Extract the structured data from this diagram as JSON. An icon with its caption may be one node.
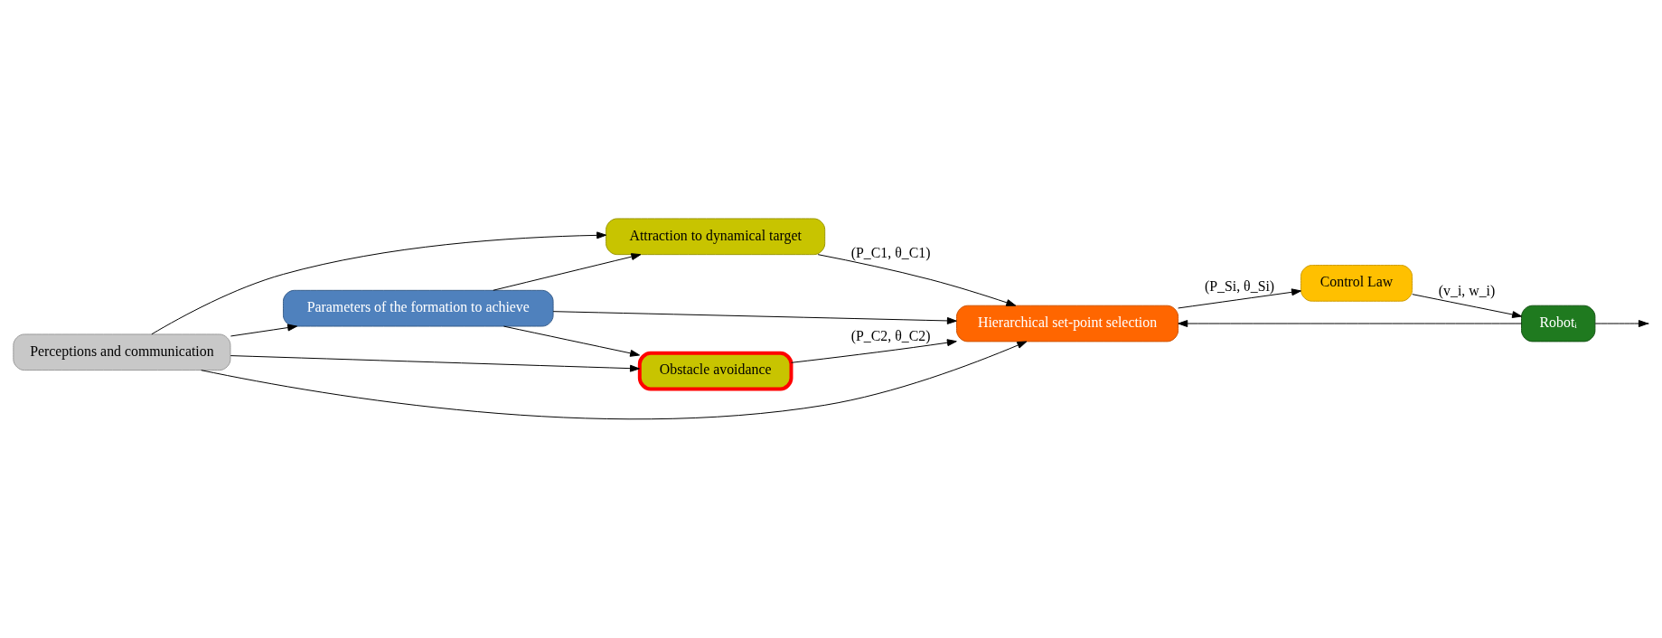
{
  "diagram": {
    "nodes": [
      {
        "text": [
          "Perceptions and communication"
        ]
      },
      {
        "text": [
          "Parameters of the formation to achieve"
        ]
      },
      {
        "text": [
          "Attraction to dynamical target"
        ]
      },
      {
        "text": [
          "Obstacle avoidance"
        ]
      },
      {
        "text": [
          "Hierarchical set-point selection"
        ]
      },
      {
        "text": [
          "Control Law"
        ]
      },
      {
        "text": [
          "Robotᵢ"
        ]
      }
    ],
    "edges": [
      {
        "from": 0,
        "to": 1,
        "arrow": "to"
      },
      {
        "from": 1,
        "to": 2,
        "arrow": "to"
      },
      {
        "from": 1,
        "to": 3,
        "arrow": "to"
      },
      {
        "from": 1,
        "to": 4,
        "arrow": "to"
      },
      {
        "from": 0,
        "to": 2,
        "arrow": "to"
      },
      {
        "from": 0,
        "to": 3,
        "arrow": "to"
      },
      {
        "from": 2,
        "to": 4,
        "arrow": "to",
        "label": "(P_C1, θ_C1)"
      },
      {
        "from": 3,
        "to": 4,
        "arrow": "to",
        "label": "(P_C2, θ_C2)"
      },
      {
        "from": 4,
        "to": 5,
        "arrow": "to",
        "label": "(P_Si, θ_Si)"
      },
      {
        "from": 5,
        "to": 6,
        "arrow": "to",
        "label": "(v_i, w_i)"
      },
      {
        "from": 6,
        "to": null,
        "arrow": "to"
      },
      {
        "from": 0,
        "to": 4,
        "arrow": "to"
      },
      {
        "from": 6,
        "to": 4,
        "arrow": "to"
      }
    ]
  }
}
